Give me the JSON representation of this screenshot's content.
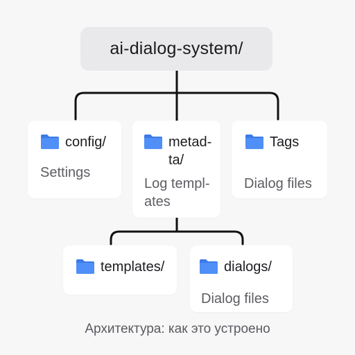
{
  "root": {
    "label": "ai-dialog-system/"
  },
  "nodes": {
    "config": {
      "name": "config/",
      "desc": "Settings"
    },
    "metadata": {
      "name": "metad-\nta/",
      "desc": "Log templ-\nates"
    },
    "tags": {
      "name": "Tags",
      "desc": "Dialog files"
    },
    "templates": {
      "name": "templates/",
      "desc": ""
    },
    "dialogs": {
      "name": "dialogs/",
      "desc": "Dialog files"
    }
  },
  "caption": "Архитектура: как это устроено",
  "colors": {
    "folder": "#4f8ff7",
    "folder_tab": "#3c7be8",
    "line": "#111111",
    "root_bg": "#e9e9eb",
    "card_bg": "#ffffff",
    "page_bg": "#f7f7f8"
  },
  "icons": {
    "folder": "folder-icon"
  }
}
